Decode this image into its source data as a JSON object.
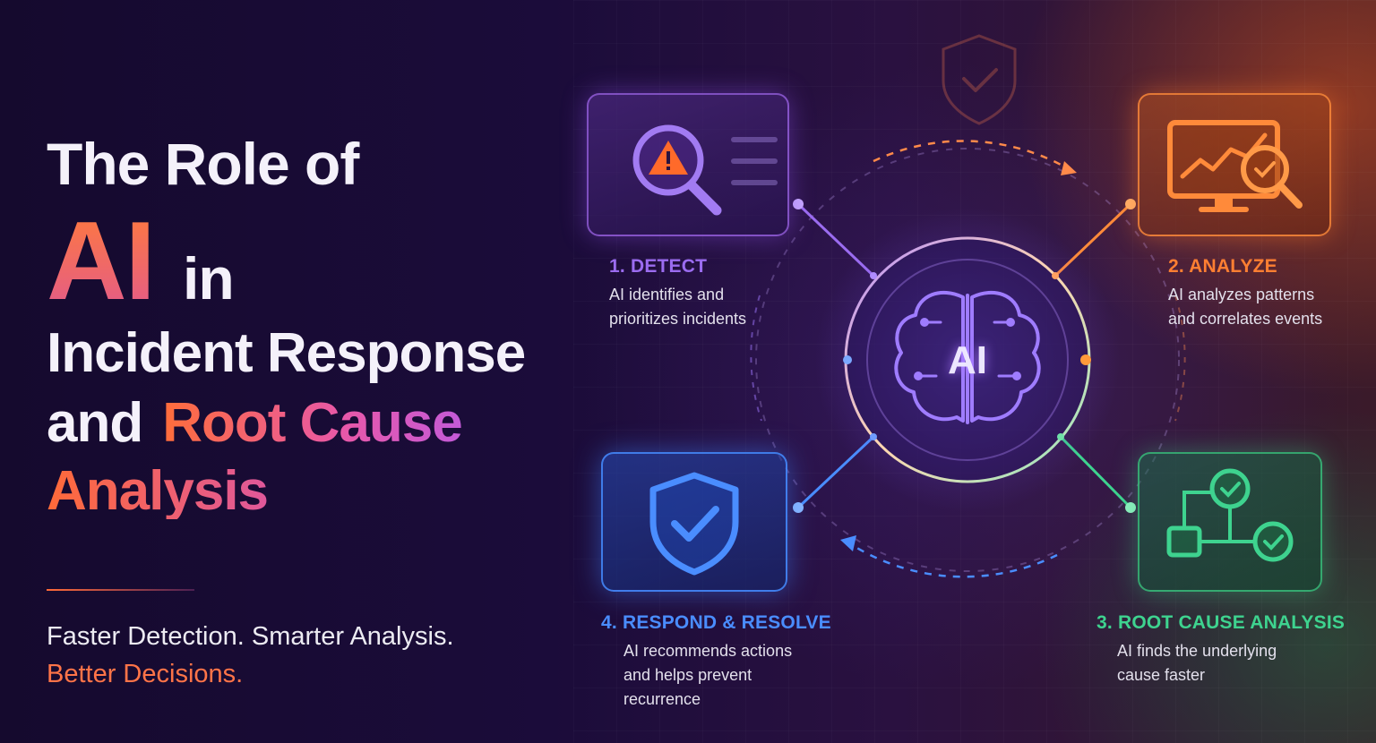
{
  "hero": {
    "line1": "The Role of",
    "ai": "AI",
    "in": "in",
    "line3": "Incident Response",
    "and": "and",
    "root_cause": "Root Cause",
    "analysis": "Analysis"
  },
  "tagline": {
    "line1": "Faster Detection. Smarter Analysis.",
    "line2": "Better Decisions."
  },
  "center": {
    "label": "AI"
  },
  "steps": {
    "detect": {
      "title": "1. DETECT",
      "desc": [
        "AI identifies and",
        "prioritizes incidents"
      ],
      "color": "#9b6cf0"
    },
    "analyze": {
      "title": "2. ANALYZE",
      "desc": [
        "AI analyzes patterns",
        "and correlates events"
      ],
      "color": "#ff7f32"
    },
    "rca": {
      "title": "3. ROOT CAUSE ANALYSIS",
      "desc": [
        "AI finds the underlying",
        "cause faster"
      ],
      "color": "#3ed38f"
    },
    "respond": {
      "title": "4. RESPOND & RESOLVE",
      "desc": [
        "AI recommends actions",
        "and helps prevent",
        "recurrence"
      ],
      "color": "#4a8dff"
    }
  },
  "icons": {
    "detect": "magnifier-warning-icon",
    "analyze": "monitor-chart-icon",
    "rca": "flow-check-icon",
    "respond": "shield-check-icon",
    "top": "shield-check-icon",
    "center": "brain-icon"
  }
}
